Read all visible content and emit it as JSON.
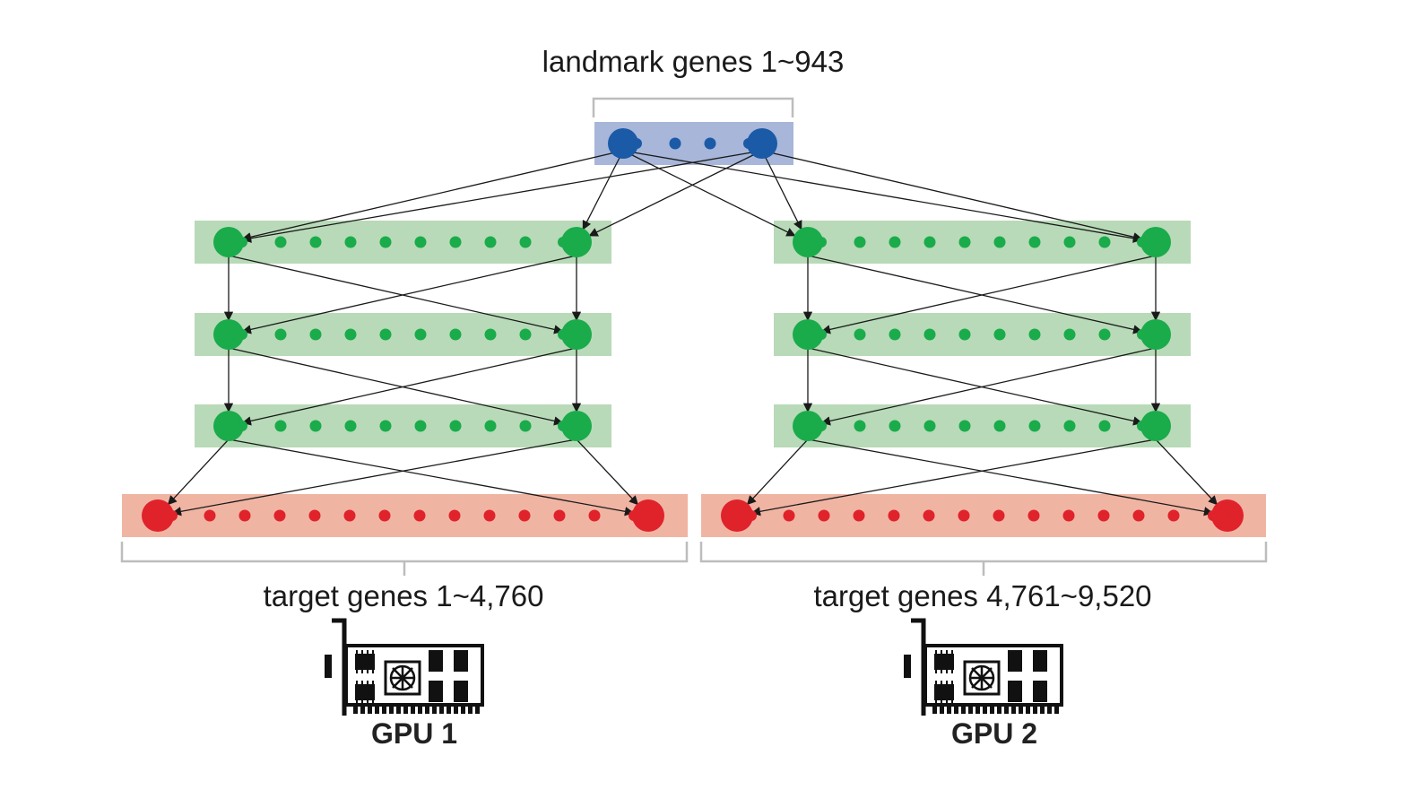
{
  "labels": {
    "landmark": "landmark genes 1~943",
    "target_left": "target genes 1~4,760",
    "target_right": "target genes 4,761~9,520",
    "gpu_left": "GPU 1",
    "gpu_right": "GPU 2"
  },
  "colors": {
    "landmark_band": "#a7b6d9",
    "landmark_node": "#1b5aa6",
    "hidden_band": "#b8dab8",
    "hidden_node": "#1aab4b",
    "output_band": "#f0b4a3",
    "output_node": "#e0222b",
    "bracket": "#bdbdbd",
    "edge": "#1a1a1a"
  },
  "icons": [
    "gpu-card-icon",
    "gpu-card-icon"
  ]
}
